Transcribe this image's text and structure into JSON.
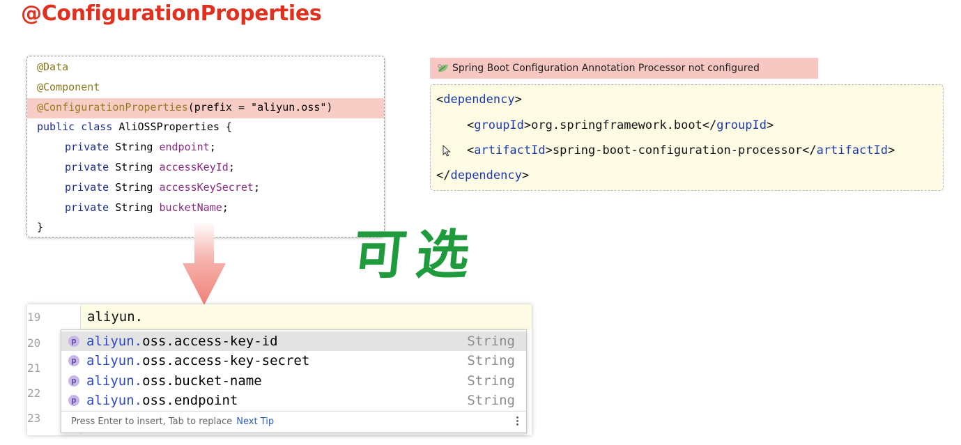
{
  "title": "@ConfigurationProperties",
  "code": {
    "lines": [
      {
        "segments": [
          {
            "cls": "ann",
            "text": "@Data"
          }
        ]
      },
      {
        "segments": [
          {
            "cls": "ann",
            "text": "@Component"
          }
        ]
      },
      {
        "segments": [
          {
            "cls": "ann-strong",
            "text": "@ConfigurationProperties"
          },
          {
            "cls": "",
            "text": "(prefix = \"aliyun.oss\")"
          }
        ],
        "highlight": true
      },
      {
        "segments": [
          {
            "cls": "kw",
            "text": "public class "
          },
          {
            "cls": "",
            "text": "AliOSSProperties {"
          }
        ]
      },
      {
        "segments": [
          {
            "cls": "kw",
            "text": "private "
          },
          {
            "cls": "",
            "text": "String "
          },
          {
            "cls": "fld",
            "text": "endpoint"
          },
          {
            "cls": "",
            "text": ";"
          }
        ],
        "indent": true
      },
      {
        "segments": [
          {
            "cls": "kw",
            "text": "private "
          },
          {
            "cls": "",
            "text": "String "
          },
          {
            "cls": "fld",
            "text": "accessKeyId"
          },
          {
            "cls": "",
            "text": ";"
          }
        ],
        "indent": true
      },
      {
        "segments": [
          {
            "cls": "kw",
            "text": "private "
          },
          {
            "cls": "",
            "text": "String "
          },
          {
            "cls": "fld",
            "text": "accessKeySecret"
          },
          {
            "cls": "",
            "text": ";"
          }
        ],
        "indent": true
      },
      {
        "segments": [
          {
            "cls": "kw",
            "text": "private "
          },
          {
            "cls": "",
            "text": "String "
          },
          {
            "cls": "fld",
            "text": "bucketName"
          },
          {
            "cls": "",
            "text": ";"
          }
        ],
        "indent": true
      },
      {
        "segments": [
          {
            "cls": "",
            "text": "}"
          }
        ]
      }
    ]
  },
  "editor": {
    "line_numbers": [
      "19",
      "20",
      "21",
      "22",
      "23"
    ],
    "typed_text": "aliyun.",
    "completions": [
      {
        "icon": "p",
        "prefix": "aliyun.",
        "rest": "oss.access-key-id",
        "type": "String",
        "selected": true
      },
      {
        "icon": "p",
        "prefix": "aliyun.",
        "rest": "oss.access-key-secret",
        "type": "String",
        "selected": false
      },
      {
        "icon": "p",
        "prefix": "aliyun.",
        "rest": "oss.bucket-name",
        "type": "String",
        "selected": false
      },
      {
        "icon": "p",
        "prefix": "aliyun.",
        "rest": "oss.endpoint",
        "type": "String",
        "selected": false
      }
    ],
    "hint": "Press Enter to insert, Tab to replace",
    "next_tip": "Next Tip"
  },
  "warning": {
    "text": "Spring Boot Configuration Annotation Processor not configured",
    "icon": "spring-leaf-icon"
  },
  "dependency": {
    "open_tag": "dependency",
    "group_tag": "groupId",
    "group_value": "org.springframework.boot",
    "artifact_tag": "artifactId",
    "artifact_value": "spring-boot-configuration-processor",
    "close_tag": "dependency"
  },
  "optional_label": "可选",
  "colors": {
    "title": "#e0301e",
    "highlight": "#f8cdc6",
    "optional_label": "#1f9a3c"
  }
}
